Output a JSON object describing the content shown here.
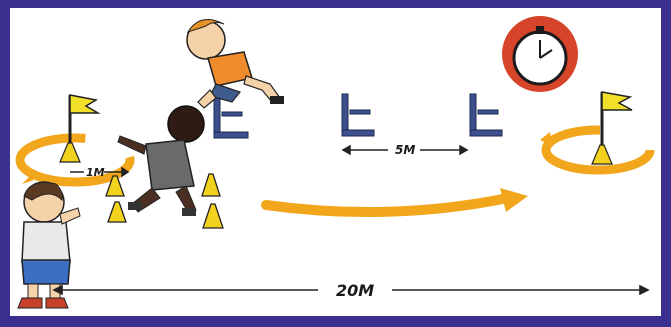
{
  "labels": {
    "one_meter": "1M",
    "five_meter": "5M",
    "twenty_meter": "20M"
  },
  "colors": {
    "frame": "#3a2f8f",
    "background": "#ffffff",
    "flag": "#f2df2a",
    "cone": "#f3d21e",
    "arrow": "#f2a61c",
    "hurdle": "#3d4f8c",
    "stopwatch_ring": "#d6452a",
    "stopwatch_face": "#ffffff"
  },
  "icons": {
    "start_flag": "flag-icon",
    "end_flag": "flag-icon",
    "timer": "stopwatch-icon"
  }
}
